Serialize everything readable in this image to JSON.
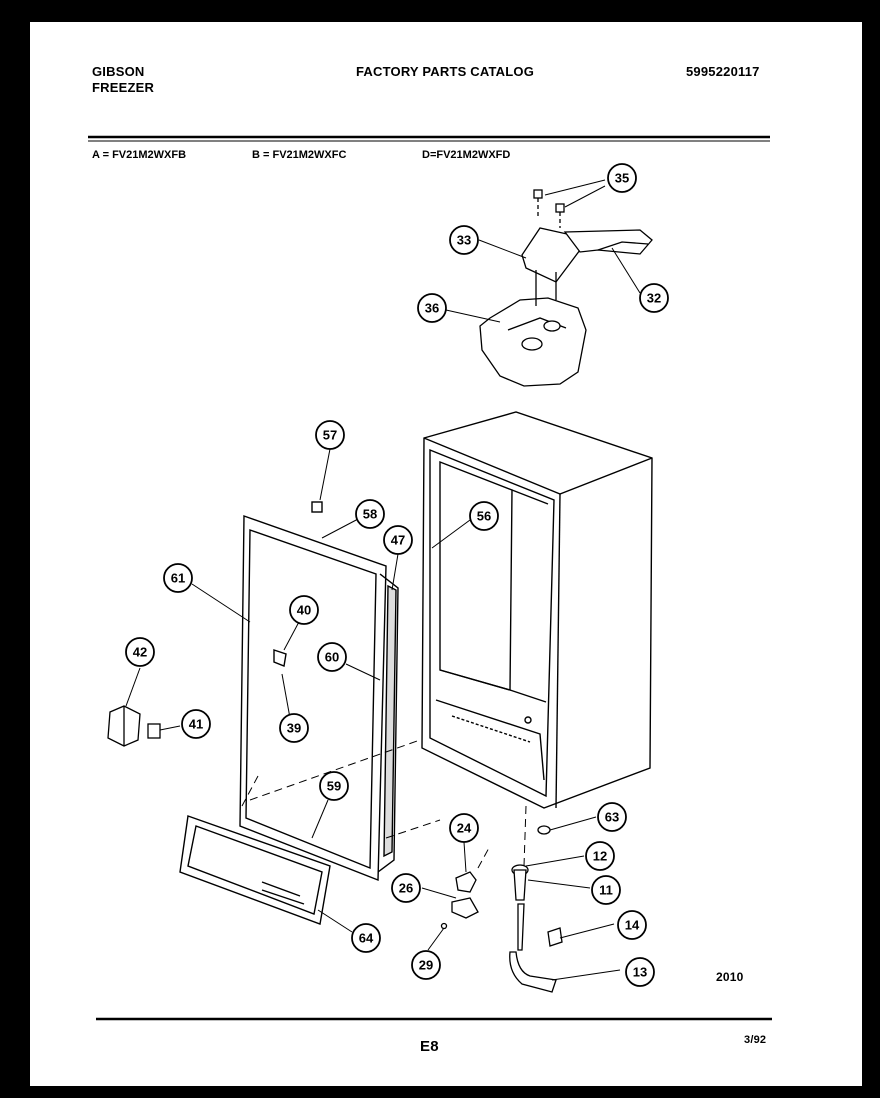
{
  "header": {
    "brand": "GIBSON",
    "product": "FREEZER",
    "catalog_title": "FACTORY PARTS CATALOG",
    "catalog_number": "5995220117"
  },
  "models": [
    {
      "label": "A = FV21M2WXFB"
    },
    {
      "label": "B = FV21M2WXFC"
    },
    {
      "label": "D=FV21M2WXFD"
    }
  ],
  "callouts": [
    "35",
    "33",
    "32",
    "36",
    "57",
    "58",
    "56",
    "47",
    "61",
    "40",
    "60",
    "42",
    "41",
    "39",
    "59",
    "63",
    "24",
    "12",
    "26",
    "11",
    "14",
    "64",
    "29",
    "13"
  ],
  "figure_code": "2010",
  "footer": {
    "page": "E8",
    "date": "3/92"
  }
}
